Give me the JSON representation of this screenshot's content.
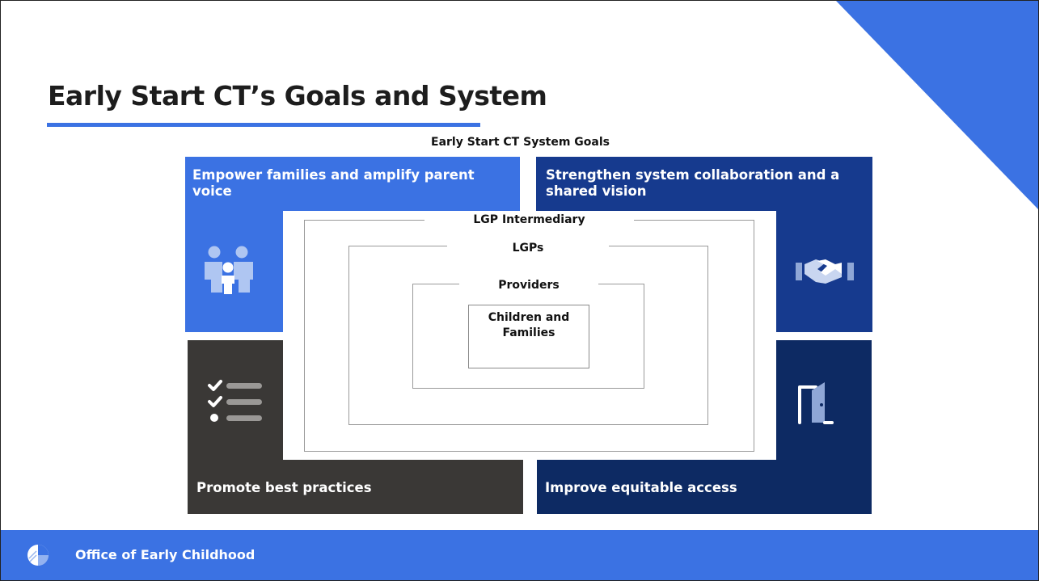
{
  "slide": {
    "title": "Early Start CT’s Goals and System",
    "diagram_title": "Early Start CT System Goals"
  },
  "goals": {
    "top_left": {
      "label": "Empower families and amplify parent voice",
      "icon": "family-icon",
      "color": "#3B72E3"
    },
    "top_right": {
      "label": "Strengthen system collaboration and a shared vision",
      "icon": "handshake-icon",
      "color": "#163A8E"
    },
    "bottom_left": {
      "label": "Promote best practices",
      "icon": "checklist-icon",
      "color": "#3A3836"
    },
    "bottom_right": {
      "label": "Improve equitable access",
      "icon": "door-icon",
      "color": "#0D2A63"
    }
  },
  "system_layers": {
    "outer": "LGP Intermediary",
    "second": "LGPs",
    "third": "Providers",
    "core": "Children and Families"
  },
  "footer": {
    "org_name": "Office of Early Childhood",
    "logo_icon": "oec-logo-icon",
    "color": "#3B72E3"
  }
}
